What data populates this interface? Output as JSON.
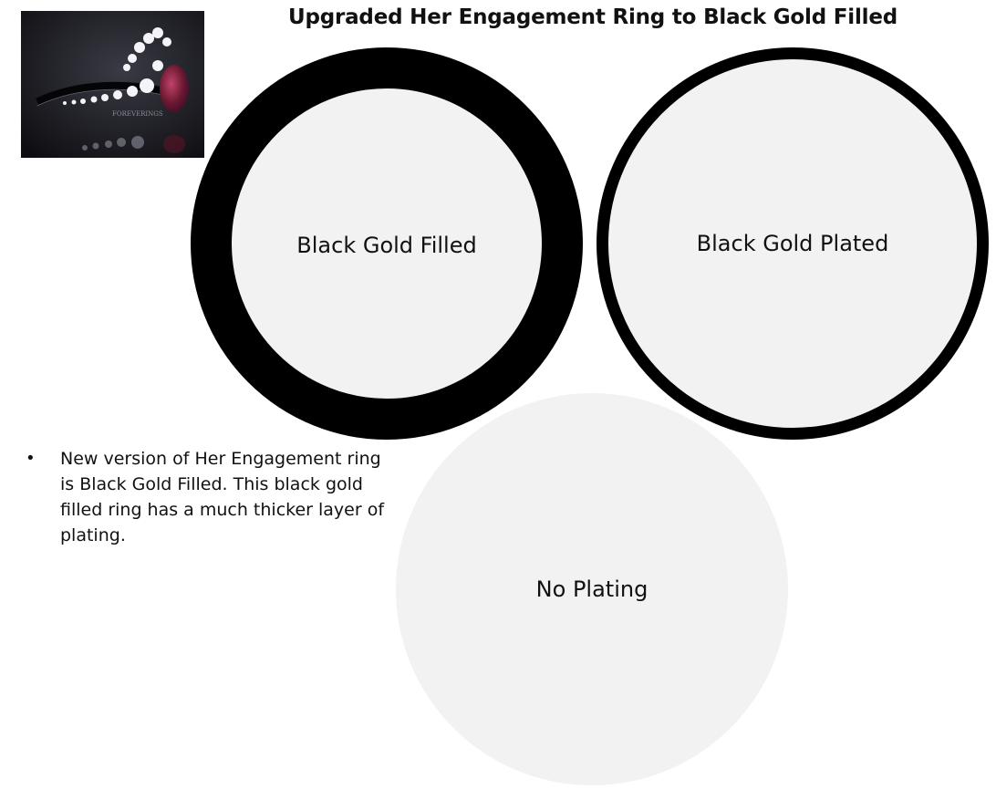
{
  "title": "Upgraded Her Engagement Ring to Black Gold Filled",
  "image": {
    "icon": "black-gold-engagement-ring-photo",
    "watermark": "FOREVERINGS",
    "colors": {
      "background": "#1c1c22",
      "band": "#0a0a0e",
      "stones": "#f4f4f8",
      "center_stone": "#8a1f3a"
    }
  },
  "circles": [
    {
      "label": "Black Gold Filled",
      "border": "thick",
      "border_color": "#000000",
      "fill": "#f2f2f2"
    },
    {
      "label": "Black Gold Plated",
      "border": "thin",
      "border_color": "#000000",
      "fill": "#f2f2f2"
    },
    {
      "label": "No Plating",
      "border": "none",
      "fill": "#f2f2f2"
    }
  ],
  "bullets": [
    "New version of Her Engagement ring is Black Gold Filled. This black gold filled ring has a much thicker layer of plating."
  ]
}
